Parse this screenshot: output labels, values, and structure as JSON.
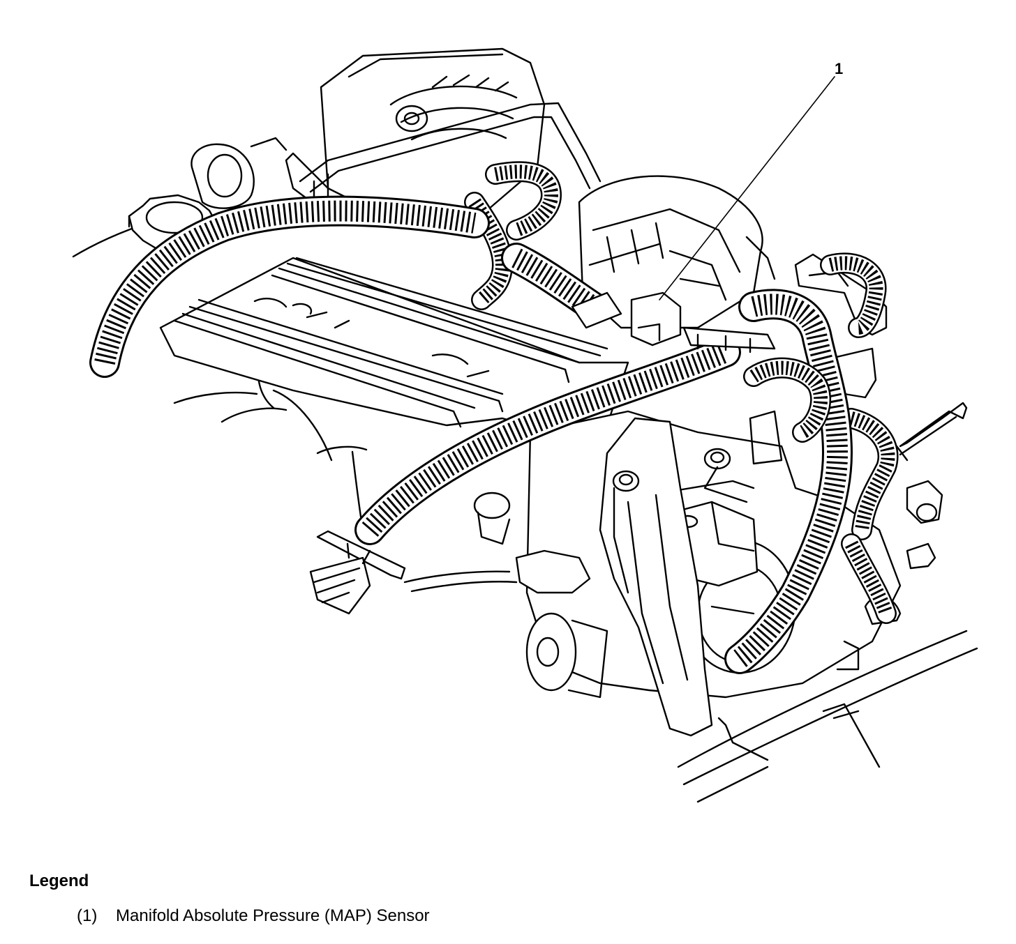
{
  "diagram": {
    "callouts": [
      {
        "label": "1",
        "target": "map-sensor"
      }
    ],
    "legend": {
      "title": "Legend",
      "items": [
        {
          "number": "(1)",
          "text": "Manifold Absolute Pressure (MAP) Sensor"
        }
      ]
    },
    "line_color": "#000000",
    "background_color": "#ffffff"
  }
}
